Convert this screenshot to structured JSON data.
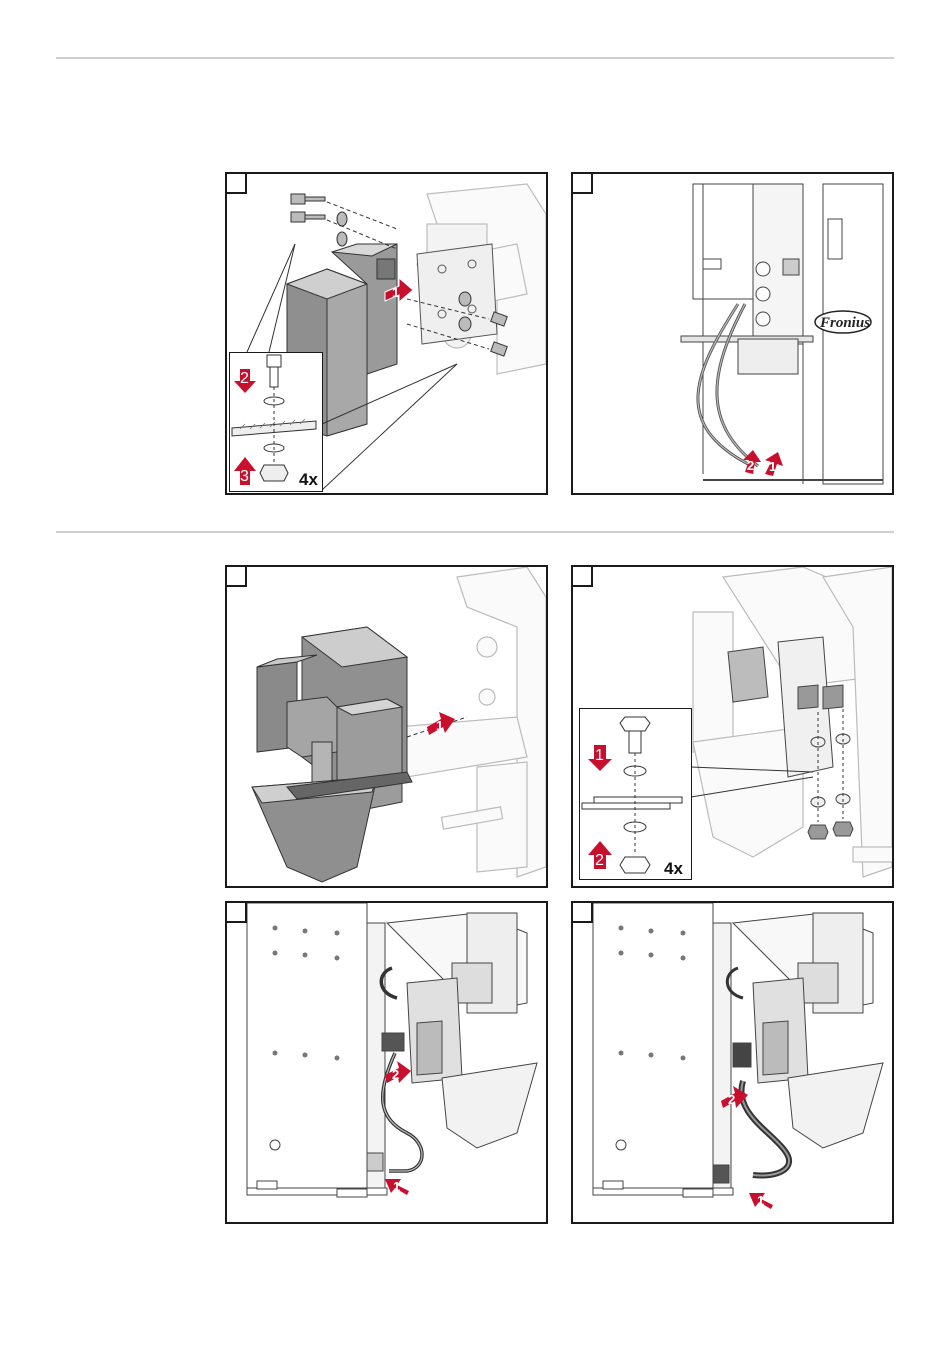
{
  "colors": {
    "arrow": "#c8102e",
    "frame": "#1a1a1a",
    "metal": "#9a9a9a",
    "metal_light": "#d4d4d4",
    "rule": "#cfcfcf"
  },
  "panels": [
    {
      "name": "step-panel-a",
      "quantity": "4x",
      "arrows": [
        "1"
      ],
      "inset_arrows": [
        "2",
        "3"
      ]
    },
    {
      "name": "step-panel-b",
      "brand": "Fronius",
      "arrows": [
        "2",
        "1"
      ]
    },
    {
      "name": "step-panel-c",
      "arrows": [
        "1"
      ]
    },
    {
      "name": "step-panel-d",
      "quantity": "4x",
      "inset_arrows": [
        "1",
        "2"
      ]
    },
    {
      "name": "step-panel-e",
      "arrows": [
        "2",
        "1"
      ]
    },
    {
      "name": "step-panel-f",
      "arrows": [
        "2",
        "1"
      ]
    }
  ]
}
